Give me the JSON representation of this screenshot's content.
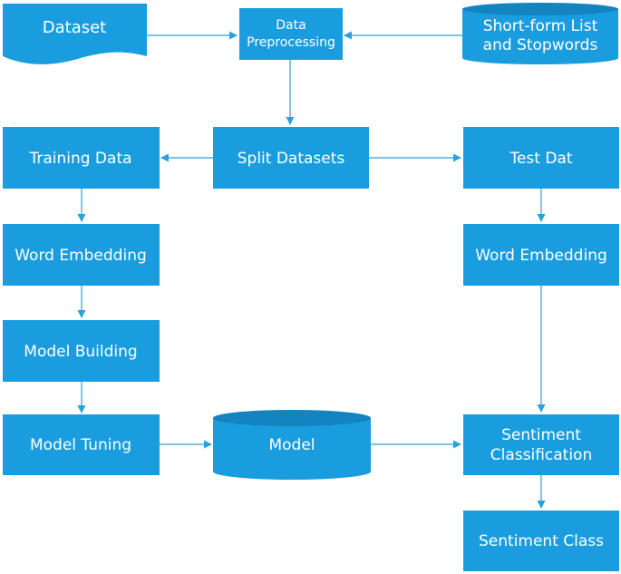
{
  "colors": {
    "node_fill": "#1a9ddf",
    "node_dark": "#1384c0",
    "edge": "#2aa0dc",
    "text": "#ffffff"
  },
  "nodes": {
    "dataset": "Dataset",
    "preprocessing_1": "Data",
    "preprocessing_2": "Preprocessing",
    "shortform_1": "Short-form List",
    "shortform_2": "and Stopwords",
    "split": "Split Datasets",
    "training": "Training Data",
    "test": "Test Dat",
    "embed_left": "Word Embedding",
    "embed_right": "Word Embedding",
    "model_building": "Model Building",
    "model_tuning": "Model Tuning",
    "model": "Model",
    "sentiment_class_1": "Sentiment",
    "sentiment_class_2": "Classification",
    "sentiment_output": "Sentiment Class"
  }
}
